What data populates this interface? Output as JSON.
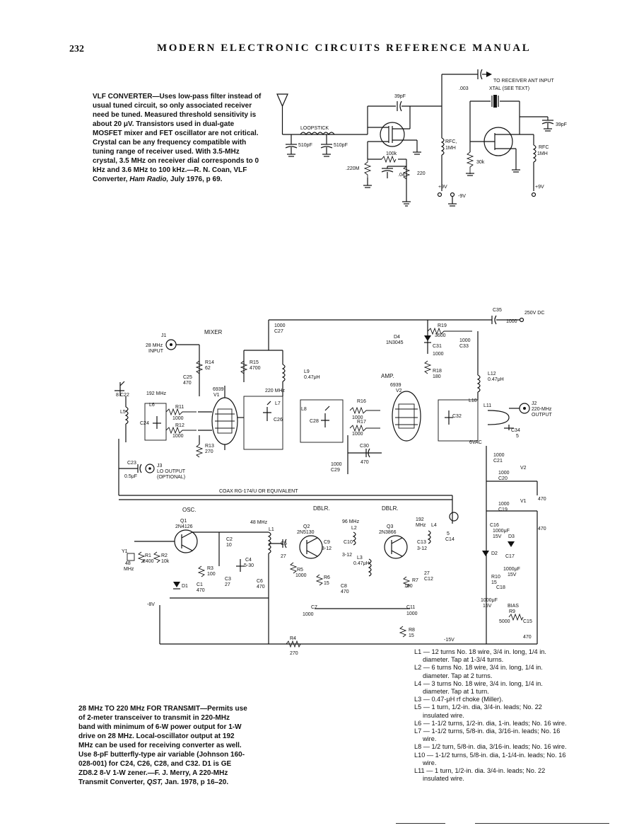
{
  "header": {
    "page_number": "232",
    "running_title": "MODERN ELECTRONIC CIRCUITS REFERENCE MANUAL"
  },
  "vlf_caption": {
    "title": "VLF CONVERTER",
    "body": "—Uses low-pass filter instead of usual tuned circuit, so only associated receiver need be tuned. Measured threshold sensitivity is about 20 μV. Transistors used in dual-gate MOSFET mixer and FET oscillator are not critical. Crystal can be any frequency compatible with tuning range of receiver used. With 3.5-MHz crystal, 3.5 MHz on receiver dial corresponds to 0 kHz and 3.6 MHz to 100 kHz.—R. N. Coan, VLF Converter, ",
    "magazine": "Ham Radio,",
    "tail": " July 1976, p 69."
  },
  "transmit_caption": {
    "title": "28 MHz TO 220 MHz FOR TRANSMIT",
    "body": "—Permits use of 2-meter transceiver to transmit in 220-MHz band with minimum of 6-W power output for 1-W drive on 28 MHz. Local-oscillator output at 192 MHz can be used for receiving converter as well. Use 8-pF butterfly-type air variable (Johnson 160-028-001) for C24, C26, C28, and C32. D1 is GE ZD8.2 8-V 1-W zener.—F. J. Merry, A 220-MHz Transmit Converter, ",
    "magazine": "QST,",
    "tail": " Jan. 1978, p 16–20."
  },
  "coil_notes": [
    "L1 — 12 turns No. 18 wire, 3/4 in. long, 1/4 in. diameter. Tap at 1-3/4 turns.",
    "L2 — 6 turns No. 18 wire, 3/4 in. long, 1/4 in. diameter. Tap at 2 turns.",
    "L4 — 3 turns No. 18 wire, 3/4 in. long, 1/4 in. diameter. Tap at 1 turn.",
    "L3 — 0.47-μH rf choke (Miller).",
    "L5 — 1 turn, 1/2-in. dia, 3/4-in. leads; No. 22 insulated wire.",
    "L6 — 1-1/2 turns, 1/2-in. dia, 1-in. leads; No. 16 wire.",
    "L7 — 1-1/2 turns, 5/8-in. dia, 3/16-in. leads; No. 16 wire.",
    "L8 — 1/2 turn, 5/8-in. dia, 3/16-in. leads; No. 16 wire.",
    "L10 — 1-1/2 turns, 5/8-in. dia, 1-1/4-in. leads; No. 16 wire.",
    "L11 — 1 turn, 1/2-in. dia. 3/4-in. leads; No. 22 insulated wire."
  ],
  "vlf_labels": {
    "to_receiver": "TO RECEIVER ANT INPUT",
    "c003": ".003",
    "xtal": "XTAL (SEE TEXT)",
    "c39a": "39pF",
    "c39b": "39pF",
    "loopstick": "LOOPSTICK",
    "c510a": "510pF",
    "c510b": "510pF",
    "rfc1": "RFC,",
    "rfc1b": "1MH",
    "rfc2": "RFC",
    "rfc2b": "1MH",
    "r100k": "100k",
    "r220m": ".220M",
    "c04": ".04",
    "r220": "220",
    "r30k": "30k",
    "p9v_a": "+9V",
    "n9v": "-9V",
    "p9v_b": "+9V"
  },
  "tx_labels": {
    "mixer": "MIXER",
    "j1": "J1",
    "j1_in": "28 MHz",
    "j1_in2": "INPUT",
    "c27v": "1000",
    "c27": "C27",
    "d4": "D4",
    "d4b": "1N3045",
    "r19": "R19",
    "r19v": "3600",
    "c31": "C31",
    "c31v": "1000",
    "c33v": "1000",
    "c33": "C33",
    "c35": "C35",
    "c35v": "1000",
    "v250": "250V DC",
    "r14": "R14",
    "r14v": "62",
    "r15": "R15",
    "r15v": "4700",
    "c25": "C25",
    "c25v": "470",
    "l9": "L9",
    "l9v": "0.47μH",
    "amp": "AMP.",
    "r18": "R18",
    "r18v": "180",
    "l12": "L12",
    "l12v": "0.47μH",
    "c22v": "8",
    "c22": "C22",
    "f192": "192 MHz",
    "t6939a": "6939",
    "v1": "V1",
    "f220": "220 MHz",
    "t6939b": "6939",
    "v2": "V2",
    "l6": "L6",
    "l5": "L5",
    "r11": "R11",
    "r11v": "1000",
    "r12": "R12",
    "r12v": "1000",
    "c24": "C24",
    "l7": "L7",
    "c26": "C26",
    "l8": "L8",
    "c28": "C28",
    "r16": "R16",
    "r16v": "1000",
    "r17": "R17",
    "r17v": "1000",
    "l10": "L10",
    "c32": "C32",
    "l11": "L11",
    "j2": "J2",
    "j2o": "220-MHz",
    "j2o2": "OUTPUT",
    "c34": "C34",
    "c34v": "5",
    "r13": "R13",
    "r13v": "270",
    "c30": "C30",
    "c30v": "470",
    "c29v": "1000",
    "c29": "C29",
    "vac6": "6VAC",
    "c21v": "1000",
    "c21": "C21",
    "c23": "C23",
    "c23v": "0.5μF",
    "j3": "J3",
    "j3o": "LO OUTPUT",
    "j3o2": "(OPTIONAL)",
    "c20v": "1000",
    "c20": "C20",
    "v2b": "V2",
    "coax": "COAX RG-174/U OR EQUIVALENT",
    "c470a": "470",
    "osc": "OSC.",
    "dblr1": "DBLR.",
    "dblr2": "DBLR.",
    "c19v": "1000",
    "c19": "C19",
    "v1b": "V1",
    "c470b": "470",
    "q1": "Q1",
    "q1t": "2N4126",
    "f48": "48 MHz",
    "l1": "L1",
    "q2": "Q2",
    "q2t": "2N5130",
    "f96": "96 MHz",
    "l2": "L2",
    "q3": "Q3",
    "q3t": "2N3866",
    "f192b": "192",
    "f192c": "MHz",
    "l4": "L4",
    "c14v": "5",
    "c14": "C14",
    "c2": "C2",
    "c2v": "10",
    "c5": "C5",
    "c5v": "27",
    "c10": "C10",
    "c10v": "3-12",
    "c9": "C9",
    "c9v": "3-12",
    "c13": "C13",
    "c13v": "3-12",
    "c16": "C16",
    "c16v": "1000μF",
    "c16b": "15V",
    "d3": "D3",
    "y1": "Y1",
    "y1v": "48",
    "y1b": "MHz",
    "r1": "R1",
    "r1v": "2400",
    "r2": "R2",
    "r2v": "10k",
    "r3": "R3",
    "r3v": "100",
    "c4": "C4",
    "c4v": "5-30",
    "r5": "R5",
    "r5v": "1000",
    "r6": "R6",
    "r6v": "15",
    "l3": "L3",
    "l3v": "0.47μH",
    "c12v": "27",
    "c12": "C12",
    "r7": "R7",
    "r7v": "100",
    "d2": "D2",
    "c17": "C17",
    "c17v": "1000μF",
    "c17b": "15V",
    "d1": "D1",
    "c1": "C1",
    "c1v": "470",
    "c3": "C3",
    "c3v": "27",
    "c6": "C6",
    "c6v": "470",
    "c8": "C8",
    "c8v": "470",
    "r10": "R10",
    "r10v": "15",
    "c18": "C18",
    "c18v": "1000μF",
    "c18b": "15V",
    "bias": "BIAS",
    "r9": "R9",
    "r9v": "5000",
    "n8v": "-8V",
    "c7": "C7",
    "c7v": "1000",
    "c11": "C11",
    "c11v": "1000",
    "c15": "C15",
    "c15v": "470",
    "r8": "R8",
    "r8v": "15",
    "n15v": "-15V",
    "r4": "R4",
    "r4v": "270"
  }
}
